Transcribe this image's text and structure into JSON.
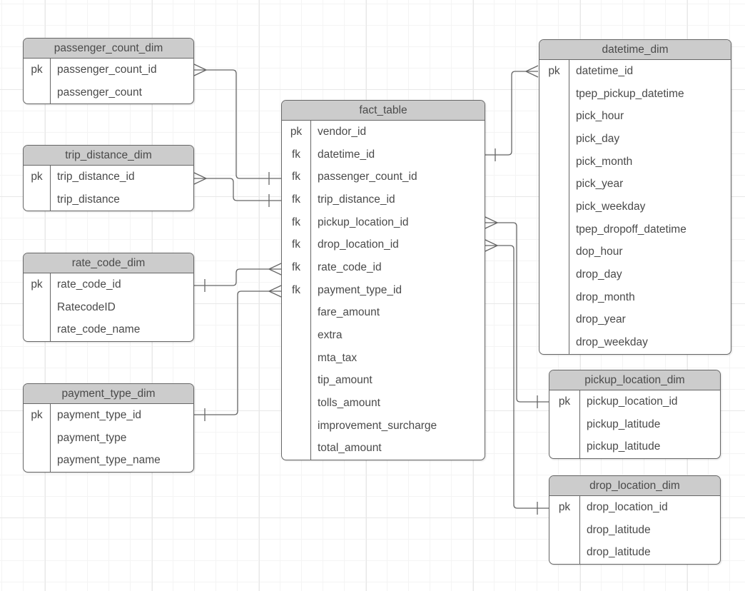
{
  "colors": {
    "table_header_fill": "#cccccc",
    "table_border": "#666666",
    "text": "#4a4a4a",
    "connector": "#666666",
    "grid_minor": "#f4f4f4",
    "grid_major": "#e8e8e8"
  },
  "tables": [
    {
      "name": "passenger_count_dim",
      "rows": [
        {
          "key": "pk",
          "field": "passenger_count_id"
        },
        {
          "key": "",
          "field": "passenger_count"
        }
      ]
    },
    {
      "name": "trip_distance_dim",
      "rows": [
        {
          "key": "pk",
          "field": "trip_distance_id"
        },
        {
          "key": "",
          "field": "trip_distance"
        }
      ]
    },
    {
      "name": "rate_code_dim",
      "rows": [
        {
          "key": "pk",
          "field": "rate_code_id"
        },
        {
          "key": "",
          "field": "RatecodeID"
        },
        {
          "key": "",
          "field": "rate_code_name"
        }
      ]
    },
    {
      "name": "payment_type_dim",
      "rows": [
        {
          "key": "pk",
          "field": "payment_type_id"
        },
        {
          "key": "",
          "field": "payment_type"
        },
        {
          "key": "",
          "field": "payment_type_name"
        }
      ]
    },
    {
      "name": "fact_table",
      "rows": [
        {
          "key": "pk",
          "field": "vendor_id"
        },
        {
          "key": "fk",
          "field": "datetime_id"
        },
        {
          "key": "fk",
          "field": "passenger_count_id"
        },
        {
          "key": "fk",
          "field": "trip_distance_id"
        },
        {
          "key": "fk",
          "field": "pickup_location_id"
        },
        {
          "key": "fk",
          "field": "drop_location_id"
        },
        {
          "key": "fk",
          "field": "rate_code_id"
        },
        {
          "key": "fk",
          "field": "payment_type_id"
        },
        {
          "key": "",
          "field": "fare_amount"
        },
        {
          "key": "",
          "field": "extra"
        },
        {
          "key": "",
          "field": "mta_tax"
        },
        {
          "key": "",
          "field": "tip_amount"
        },
        {
          "key": "",
          "field": "tolls_amount"
        },
        {
          "key": "",
          "field": "improvement_surcharge"
        },
        {
          "key": "",
          "field": "total_amount"
        }
      ]
    },
    {
      "name": "datetime_dim",
      "rows": [
        {
          "key": "pk",
          "field": "datetime_id"
        },
        {
          "key": "",
          "field": "tpep_pickup_datetime"
        },
        {
          "key": "",
          "field": "pick_hour"
        },
        {
          "key": "",
          "field": "pick_day"
        },
        {
          "key": "",
          "field": "pick_month"
        },
        {
          "key": "",
          "field": "pick_year"
        },
        {
          "key": "",
          "field": "pick_weekday"
        },
        {
          "key": "",
          "field": "tpep_dropoff_datetime"
        },
        {
          "key": "",
          "field": "dop_hour"
        },
        {
          "key": "",
          "field": "drop_day"
        },
        {
          "key": "",
          "field": "drop_month"
        },
        {
          "key": "",
          "field": "drop_year"
        },
        {
          "key": "",
          "field": "drop_weekday"
        }
      ]
    },
    {
      "name": "pickup_location_dim",
      "rows": [
        {
          "key": "pk",
          "field": "pickup_location_id"
        },
        {
          "key": "",
          "field": "pickup_latitude"
        },
        {
          "key": "",
          "field": "pickup_latitude"
        }
      ]
    },
    {
      "name": "drop_location_dim",
      "rows": [
        {
          "key": "pk",
          "field": "drop_location_id"
        },
        {
          "key": "",
          "field": "drop_latitude"
        },
        {
          "key": "",
          "field": "drop_latitude"
        }
      ]
    }
  ],
  "relationships": [
    {
      "from": "passenger_count_dim.passenger_count_id",
      "from_end": "many",
      "to": "fact_table.passenger_count_id",
      "to_end": "one"
    },
    {
      "from": "trip_distance_dim.trip_distance_id",
      "from_end": "many",
      "to": "fact_table.trip_distance_id",
      "to_end": "one"
    },
    {
      "from": "rate_code_dim.rate_code_id",
      "from_end": "one",
      "to": "fact_table.rate_code_id",
      "to_end": "many"
    },
    {
      "from": "payment_type_dim.payment_type_id",
      "from_end": "one",
      "to": "fact_table.payment_type_id",
      "to_end": "many"
    },
    {
      "from": "fact_table.datetime_id",
      "from_end": "one",
      "to": "datetime_dim.datetime_id",
      "to_end": "many"
    },
    {
      "from": "fact_table.pickup_location_id",
      "from_end": "many",
      "to": "pickup_location_dim.pickup_location_id",
      "to_end": "one"
    },
    {
      "from": "fact_table.drop_location_id",
      "from_end": "many",
      "to": "drop_location_dim.drop_location_id",
      "to_end": "one"
    }
  ]
}
